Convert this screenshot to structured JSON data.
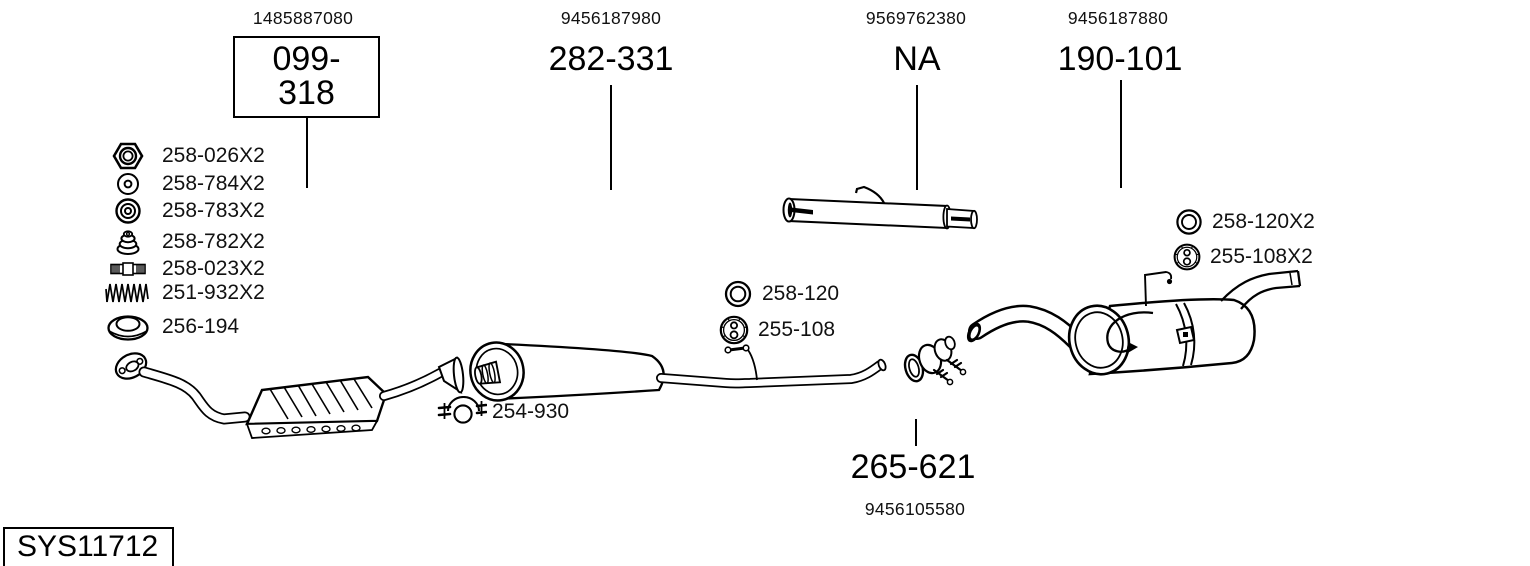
{
  "colors": {
    "line": "#000000",
    "background": "#ffffff"
  },
  "system_code": "SYS11712",
  "top_assemblies": [
    {
      "ref": "1485887080",
      "code": "099-318",
      "boxed": true
    },
    {
      "ref": "9456187980",
      "code": "282-331",
      "boxed": false
    },
    {
      "ref": "9569762380",
      "code": "NA",
      "boxed": false
    },
    {
      "ref": "9456187880",
      "code": "190-101",
      "boxed": false
    }
  ],
  "coupling": {
    "code": "265-621",
    "ref": "9456105580"
  },
  "left_parts": [
    {
      "icon": "hex-nut",
      "code": "258-026X2"
    },
    {
      "icon": "washer",
      "code": "258-784X2"
    },
    {
      "icon": "grommet",
      "code": "258-783X2"
    },
    {
      "icon": "cone-seal",
      "code": "258-782X2"
    },
    {
      "icon": "bolt",
      "code": "258-023X2"
    },
    {
      "icon": "spring",
      "code": "251-932X2"
    },
    {
      "icon": "gasket-ring",
      "code": "256-194"
    }
  ],
  "mid_parts": [
    {
      "icon": "sealing-ring",
      "code": "258-120"
    },
    {
      "icon": "rubber-hanger",
      "code": "255-108"
    }
  ],
  "clamp_part": {
    "icon": "exhaust-clamp",
    "code": "254-930"
  },
  "right_parts": [
    {
      "icon": "sealing-ring",
      "code": "258-120X2"
    },
    {
      "icon": "rubber-hanger",
      "code": "255-108X2"
    }
  ]
}
